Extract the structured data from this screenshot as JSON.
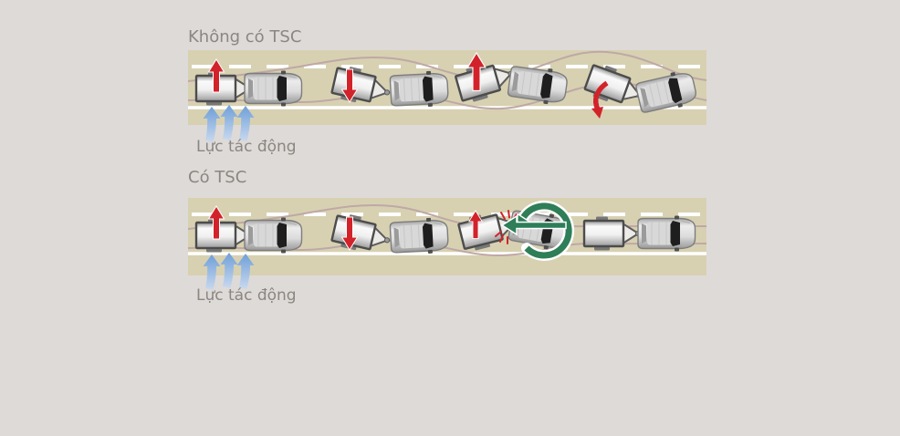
{
  "diagram": {
    "sections": [
      {
        "title": "Không có TSC",
        "force_label": "Lực tác động"
      },
      {
        "title": "Có TSC",
        "force_label": "Lực tác động"
      }
    ],
    "colors": {
      "background": "#dedad7",
      "road": "#d7d1b2",
      "lane-line": "#ffffff",
      "sway-trace": "#bfa8a6",
      "sway-arrow": "#d2232a",
      "tsc-arrow": "#2e7e58",
      "label-text": "#8b8681",
      "force-arrow-start": "#6f9fd8",
      "force-arrow-end": "#c9d9ee"
    }
  }
}
